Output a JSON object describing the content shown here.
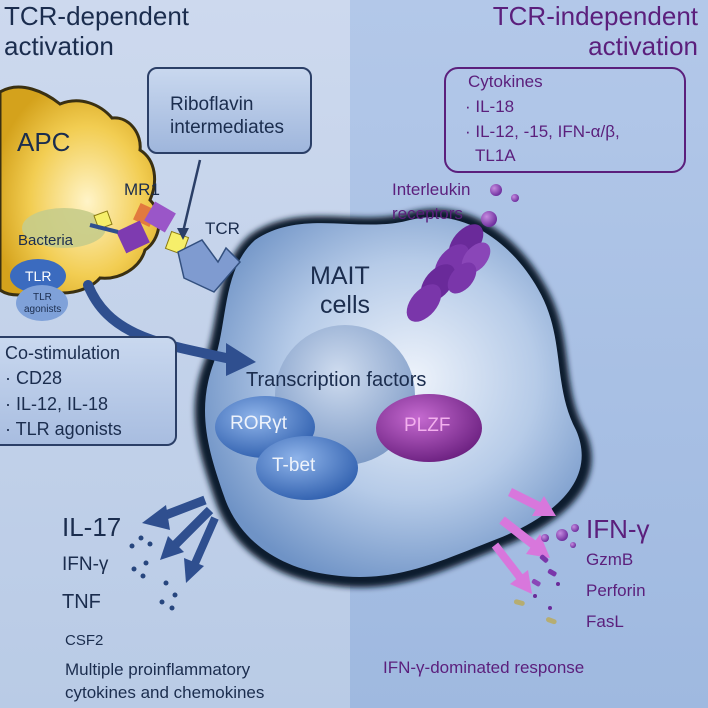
{
  "left_panel": {
    "title_line1": "TCR-dependent",
    "title_line2": "activation"
  },
  "right_panel": {
    "title_line1": "TCR-independent",
    "title_line2": "activation"
  },
  "labels": {
    "apc": "APC",
    "riboflavin_line1": "Riboflavin",
    "riboflavin_line2": "intermediates",
    "mr1": "MR1",
    "tcr": "TCR",
    "bacteria": "Bacteria",
    "tlr": "TLR",
    "tlr_agonists_line1": "TLR",
    "tlr_agonists_line2": "agonists",
    "interleukin_line1": "Interleukin",
    "interleukin_line2": "receptors",
    "mait_line1": "MAIT",
    "mait_line2": "cells",
    "transcription_factors": "Transcription factors",
    "roryt": "RORγt",
    "tbet": "T-bet",
    "plzf": "PLZF"
  },
  "cytokines_box": {
    "title": "Cytokines",
    "items": [
      "· IL-18",
      "· IL-12, -15, IFN-α/β,",
      "TL1A"
    ]
  },
  "costim_box": {
    "title": "Co-stimulation",
    "items": [
      "· CD28",
      "· IL-12, IL-18",
      "· TLR agonists"
    ]
  },
  "left_outputs": {
    "items": [
      "IL-17",
      "IFN-γ",
      "TNF",
      "CSF2"
    ],
    "footer_line1": "Multiple proinflammatory",
    "footer_line2": "cytokines and chemokines"
  },
  "right_outputs": {
    "items": [
      "IFN-γ",
      "GzmB",
      "Perforin",
      "FasL"
    ],
    "footer": "IFN-γ-dominated response"
  },
  "colors": {
    "left_bg": "#c4d2ea",
    "right_bg": "#a8c0e4",
    "navy": "#1b2d4e",
    "purple": "#5b1f7c",
    "apc_yellow": "#f2c94c",
    "cell_blue": "#8fb1dc",
    "plzf_magenta": "#b03bb0",
    "arrow_blue": "#2f4f8f",
    "arrow_pink": "#d877dc"
  }
}
